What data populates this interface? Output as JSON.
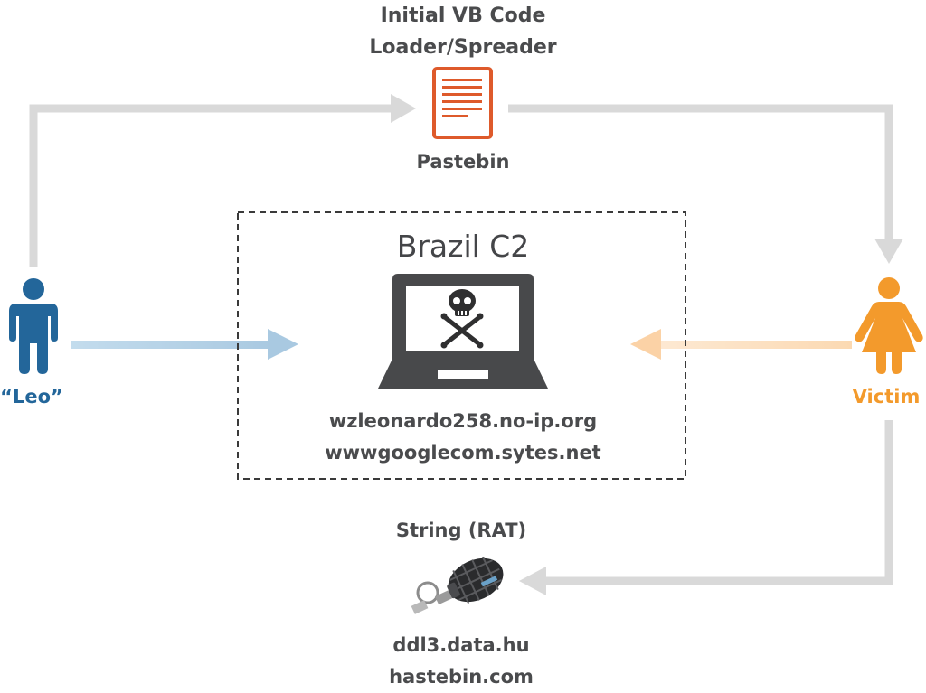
{
  "loader": {
    "title_line1": "Initial VB Code",
    "title_line2": "Loader/Spreader",
    "host_label": "Pastebin",
    "icon": "document-icon"
  },
  "c2": {
    "title": "Brazil C2",
    "icon": "laptop-skull-icon",
    "hosts": [
      "wzleonardo258.no-ip.org",
      "wwwgooglecom.sytes.net"
    ]
  },
  "rat": {
    "title": "String (RAT)",
    "icon": "grenade-usb-drive-icon",
    "hosts": [
      "ddl3.data.hu",
      "hastebin.com"
    ]
  },
  "attacker": {
    "label": "“Leo”",
    "icon": "male-person-icon"
  },
  "victim": {
    "label": "Victim",
    "icon": "female-person-icon"
  },
  "colors": {
    "flow_gray": "#d9d9d9",
    "attacker_blue": "#23669a",
    "attacker_arrow": "#b4d1e6",
    "victim_orange": "#f39a2c",
    "victim_arrow": "#fcdcb8",
    "document_orange": "#de5a2b",
    "text_dark": "#4a4b4d"
  }
}
